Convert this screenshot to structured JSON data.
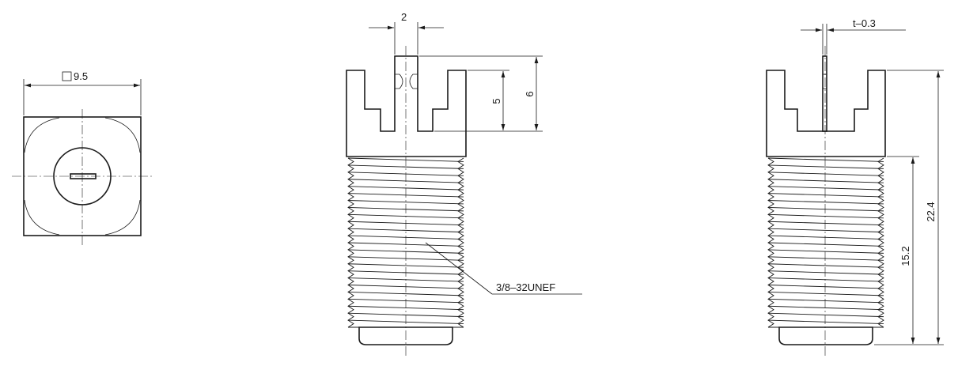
{
  "views": {
    "top_view": {
      "dim_width": "9.5"
    },
    "front_view": {
      "dim_slot_width": "2",
      "dim_slot_depth": "5",
      "dim_head_height": "6",
      "thread_callout": "3/8–32UNEF"
    },
    "side_view": {
      "dim_thickness": "t–0.3",
      "dim_thread_length": "15.2",
      "dim_total_length": "22.4"
    }
  },
  "colors": {
    "line": "#1a1a1a",
    "background": "#ffffff"
  }
}
